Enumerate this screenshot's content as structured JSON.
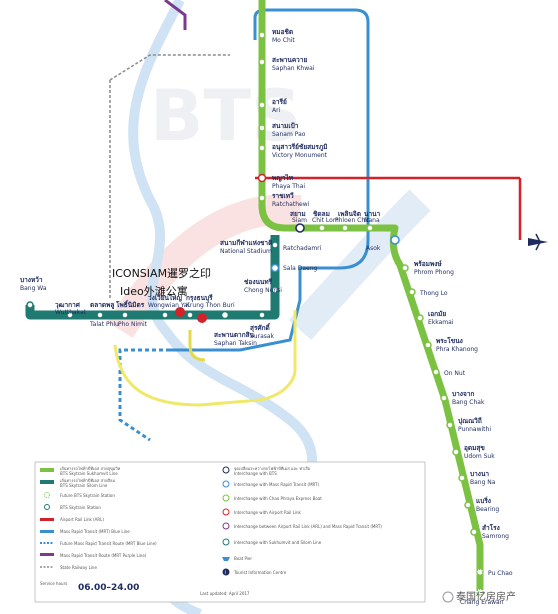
{
  "colors": {
    "sukhumvit": "#7cc242",
    "silom": "#1f7a72",
    "blue_line": "#3a8fd1",
    "airport_link": "#d2232a",
    "purple_line": "#7b3b8c",
    "gold_line": "#e2d94b",
    "river": "#cfe3f4",
    "text": "#1e2b5e",
    "marker": "#d2232a"
  },
  "annotations": {
    "iconsiam": "ICONSIAM暹罗之印",
    "ideo": "Ideo外滩公寓"
  },
  "stations": {
    "mo_chit": {
      "th": "หมอชิต",
      "en": "Mo Chit"
    },
    "saphan_khwai": {
      "th": "สะพานควาย",
      "en": "Saphan Khwai"
    },
    "ari": {
      "th": "อารีย์",
      "en": "Ari"
    },
    "sanam_pao": {
      "th": "สนามเป้า",
      "en": "Sanam Pao"
    },
    "victory": {
      "th": "อนุสาวรีย์ชัยสมรภูมิ",
      "en": "Victory Monument"
    },
    "phaya_thai": {
      "th": "พญาไท",
      "en": "Phaya Thai"
    },
    "ratchathewi": {
      "th": "ราชเทวี",
      "en": "Ratchathewi"
    },
    "siam": {
      "th": "สยาม",
      "en": "Siam"
    },
    "chit_lom": {
      "th": "ชิดลม",
      "en": "Chit Lom"
    },
    "phloen_chit": {
      "th": "เพลินจิต",
      "en": "Phloen Chit"
    },
    "nana": {
      "th": "นานา",
      "en": "Nana"
    },
    "asok": {
      "th": "",
      "en": "Asok"
    },
    "national_stadium": {
      "th": "สนามกีฬาแห่งชาติ",
      "en": "National Stadium"
    },
    "ratchadamri": {
      "th": "",
      "en": "Ratchadamri"
    },
    "sala_daeng": {
      "th": "",
      "en": "Sala Daeng"
    },
    "chong_nonsi": {
      "th": "ช่องนนทรี",
      "en": "Chong Nonsi"
    },
    "surasak": {
      "th": "สุรศักดิ์",
      "en": "Surasak"
    },
    "saphan_taksin": {
      "th": "สะพานตากสิน",
      "en": "Saphan Taksin"
    },
    "krung_thon_buri": {
      "th": "กรุงธนบุรี",
      "en": "Krung Thon Buri"
    },
    "wongwian_yai": {
      "th": "วงเวียนใหญ่",
      "en": "Wongwian Yai"
    },
    "pho_nimit": {
      "th": "โพธิ์นิมิตร",
      "en": "Pho Nimit"
    },
    "talat_phlu": {
      "th": "ตลาดพลู",
      "en": "Talat Phlu"
    },
    "wutthakat": {
      "th": "วุฒากาศ",
      "en": "Wutthakat"
    },
    "bang_wa": {
      "th": "บางหว้า",
      "en": "Bang Wa"
    },
    "phrom_phong": {
      "th": "พร้อมพงษ์",
      "en": "Phrom Phong"
    },
    "thong_lo": {
      "th": "",
      "en": "Thong Lo"
    },
    "ekkamai": {
      "th": "เอกมัย",
      "en": "Ekkamai"
    },
    "phra_khanong": {
      "th": "พระโขนง",
      "en": "Phra Khanong"
    },
    "on_nut": {
      "th": "",
      "en": "On Nut"
    },
    "bang_chak": {
      "th": "บางจาก",
      "en": "Bang Chak"
    },
    "punnawithi": {
      "th": "ปุณณวิถี",
      "en": "Punnawithi"
    },
    "udom_suk": {
      "th": "อุดมสุข",
      "en": "Udom Suk"
    },
    "bang_na": {
      "th": "บางนา",
      "en": "Bang Na"
    },
    "bearing": {
      "th": "แบริ่ง",
      "en": "Bearing"
    },
    "samrong": {
      "th": "สำโรง",
      "en": "Samrong"
    },
    "pu_chao": {
      "th": "",
      "en": "Pu Chao"
    },
    "chang_erawan": {
      "th": "",
      "en": "Chang Erawan"
    }
  },
  "legend": {
    "rows_left": [
      {
        "th": "เส้นทางรถไฟฟ้าบีทีเอส สายสุขุมวิท",
        "en": "BTS Skytrain Sukhumvit Line"
      },
      {
        "th": "เส้นทางรถไฟฟ้าบีทีเอส สายสีลม",
        "en": "BTS Skytrain Silom Line"
      },
      {
        "th": "",
        "en": "Future BTS Skytrain Station"
      },
      {
        "th": "",
        "en": "BTS Skytrain Station"
      },
      {
        "th": "",
        "en": "Airport Rail Link (ARL)"
      },
      {
        "th": "",
        "en": "Mass Rapid Transit (MRT) Blue Line"
      },
      {
        "th": "",
        "en": "Future Mass Rapid Transit Route (MRT Blue Line)"
      },
      {
        "th": "",
        "en": "Mass Rapid Transit Route (MRT Purple Line)"
      },
      {
        "th": "",
        "en": "State Railway Line"
      }
    ],
    "rows_right": [
      {
        "th": "จุดเปลี่ยนระหว่างรถไฟฟ้าบีทีเอส และ ท่าเรือ",
        "en": "Interchange with BTS"
      },
      {
        "th": "",
        "en": "Interchange with Mass Rapid Transit (MRT)"
      },
      {
        "th": "",
        "en": "Interchange with Chao Phraya Express Boat"
      },
      {
        "th": "",
        "en": "Interchange with Airport Rail Link"
      },
      {
        "th": "",
        "en": "Interchange between Airport Rail Link (ARL) and Mass Rapid Transit (MRT)"
      },
      {
        "th": "",
        "en": "Interchange with Sukhumvit and Silom Line"
      },
      {
        "th": "",
        "en": "Boat Pier"
      },
      {
        "th": "",
        "en": "Tourist Information Centre"
      }
    ],
    "service_hours_label": "Service hours",
    "service_hours": "06.00–24.00",
    "updated": "Last updated: April 2017"
  },
  "watermark": "泰国亿房房产"
}
